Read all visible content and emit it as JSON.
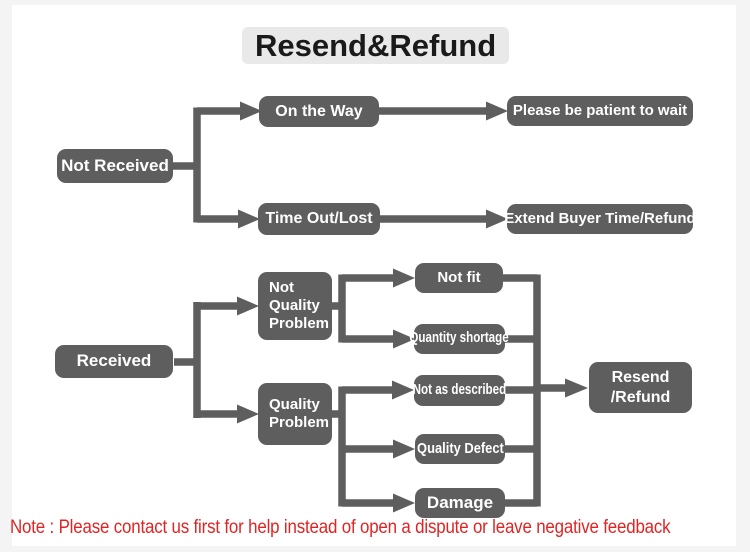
{
  "title": "Resend&Refund",
  "note": "Note : Please contact us first for help instead of open a dispute or leave negative feedback",
  "colors": {
    "box": "#5e5e5e",
    "box_text": "#ffffff",
    "line": "#5e5e5e",
    "title_bg": "#e9e9e9",
    "title_text": "#1a1a1a",
    "note": "#e02424",
    "frame": "#f4f4f4",
    "canvas": "#ffffff"
  },
  "nodes": {
    "not_received": {
      "label": "Not Received"
    },
    "on_the_way": {
      "label": "On the Way"
    },
    "please_wait": {
      "label": "Please be patient to wait"
    },
    "time_out_lost": {
      "label": "Time Out/Lost"
    },
    "extend_refund": {
      "label": "Extend Buyer Time/Refund"
    },
    "received": {
      "label": "Received"
    },
    "not_quality_problem": {
      "label": "Not\nQuality\nProblem"
    },
    "quality_problem": {
      "label": "Quality\nProblem"
    },
    "not_fit": {
      "label": "Not fit"
    },
    "quantity_shortage": {
      "label": "Quantity shortage"
    },
    "not_as_described": {
      "label": "Not as described"
    },
    "quality_defect": {
      "label": "Quality Defect"
    },
    "damage": {
      "label": "Damage"
    },
    "resend_refund": {
      "label": "Resend\n/Refund"
    }
  },
  "edges": [
    "Not Received -> On the Way",
    "Not Received -> Time Out/Lost",
    "On the Way -> Please be patient to wait",
    "Time Out/Lost -> Extend Buyer Time/Refund",
    "Received -> Not Quality Problem",
    "Received -> Quality Problem",
    "Not Quality Problem -> Not fit",
    "Not Quality Problem -> Quantity shortage",
    "Quality Problem -> Not as described",
    "Quality Problem -> Quality Defect",
    "Quality Problem -> Damage",
    "Not fit -> Resend /Refund",
    "Quantity shortage -> Resend /Refund",
    "Not as described -> Resend /Refund",
    "Quality Defect -> Resend /Refund",
    "Damage -> Resend /Refund"
  ]
}
